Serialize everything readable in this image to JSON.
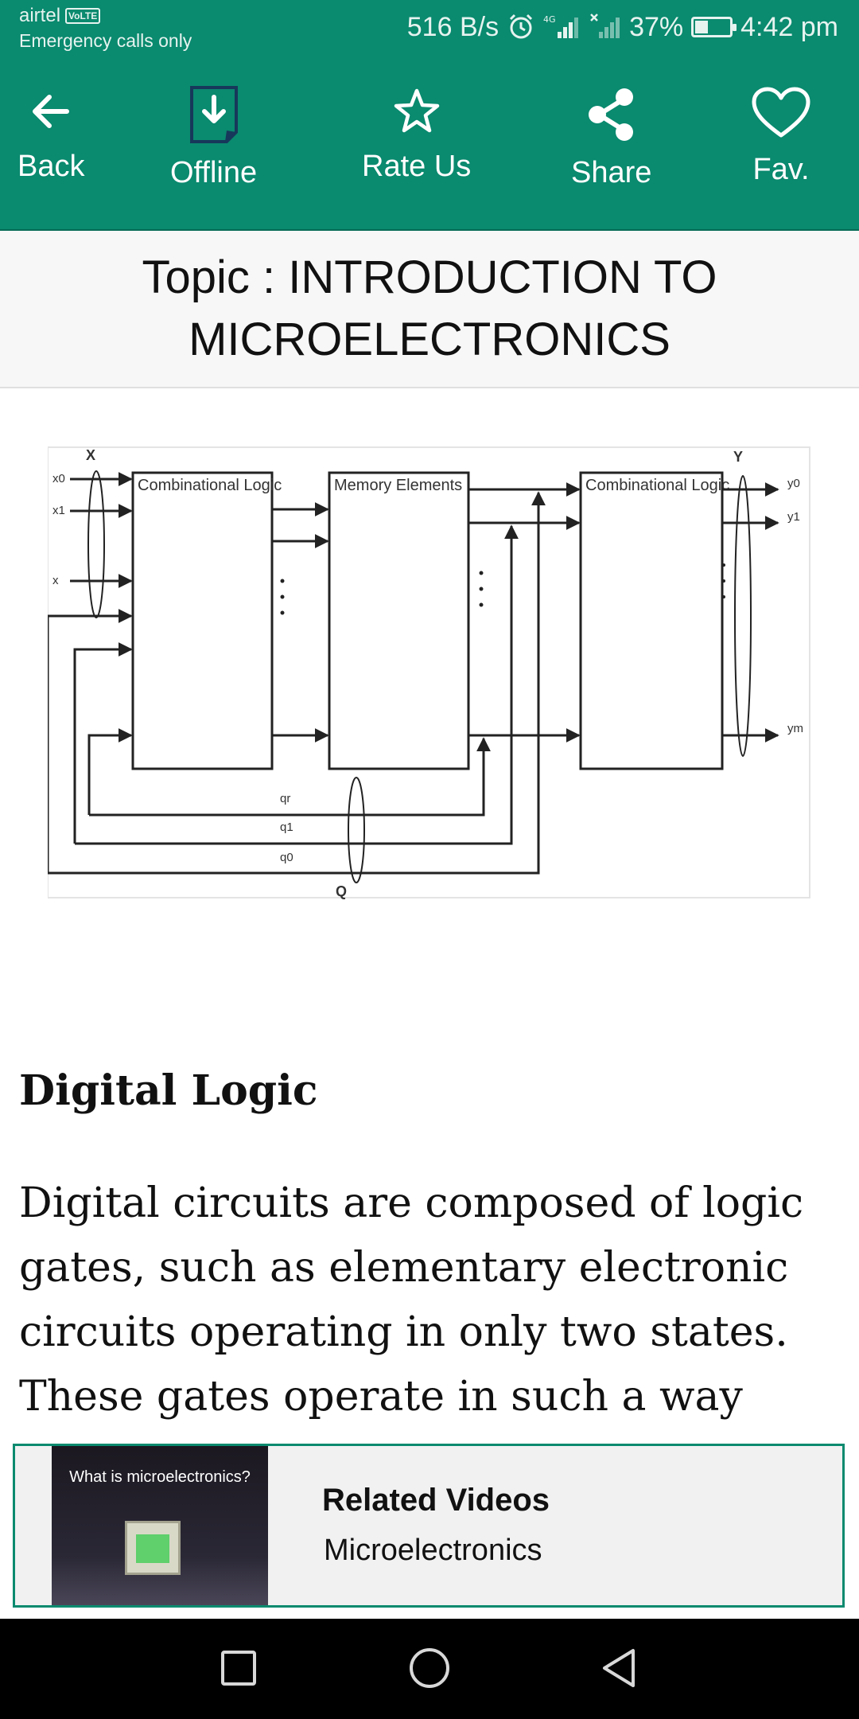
{
  "status_bar": {
    "carrier": "airtel",
    "volte": "VoLTE",
    "emergency": "Emergency calls only",
    "speed": "516 B/s",
    "network": "4G",
    "battery": "37%",
    "battery_level": 0.37,
    "time": "4:42 pm"
  },
  "toolbar": {
    "back": "Back",
    "offline": "Offline",
    "rate": "Rate Us",
    "share": "Share",
    "fav": "Fav."
  },
  "topic": {
    "title": "Topic : INTRODUCTION TO MICROELECTRONICS"
  },
  "figure": {
    "left_block": "Combinational Logic",
    "middle_block": "Memory Elements",
    "right_block": "Combinational Logic",
    "input_bus": "X",
    "output_bus": "Y",
    "state_bus": "Q",
    "inputs": [
      "x0",
      "x1",
      "x"
    ],
    "outputs": [
      "y0",
      "y1",
      "ym"
    ],
    "states": [
      "qr",
      "q1",
      "q0"
    ]
  },
  "article": {
    "heading": "Digital Logic",
    "paragraph": "Digital circuits are composed of logic gates, such as elementary electronic circuits operating in only two states. These gates operate in such a way that"
  },
  "related": {
    "thumb_caption": "What is microelectronics?",
    "title": "Related Videos",
    "subtitle": "Microelectronics"
  },
  "colors": {
    "primary": "#0a8a6f",
    "nav": "#000000"
  },
  "icons": {
    "back": "arrow-left-icon",
    "offline": "download-icon",
    "rate": "star-icon",
    "share": "share-icon",
    "fav": "heart-icon",
    "nav_recent": "square-icon",
    "nav_home": "circle-icon",
    "nav_back": "triangle-icon"
  }
}
